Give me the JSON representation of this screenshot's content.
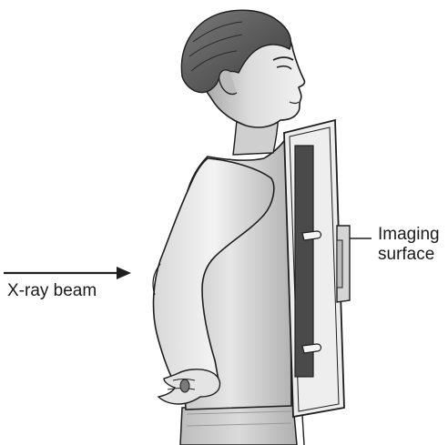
{
  "labels": {
    "xray_beam": "X-ray beam",
    "imaging_surface_line1": "Imaging",
    "imaging_surface_line2": "surface"
  },
  "colors": {
    "outline": "#1e1e1e",
    "skin_light": "#e8e8e8",
    "skin_mid": "#bdbdbd",
    "skin_dark": "#8f8f8f",
    "hair": "#5a5a5a",
    "detector_frame": "#ececec",
    "detector_screen": "#4a4a4a"
  }
}
